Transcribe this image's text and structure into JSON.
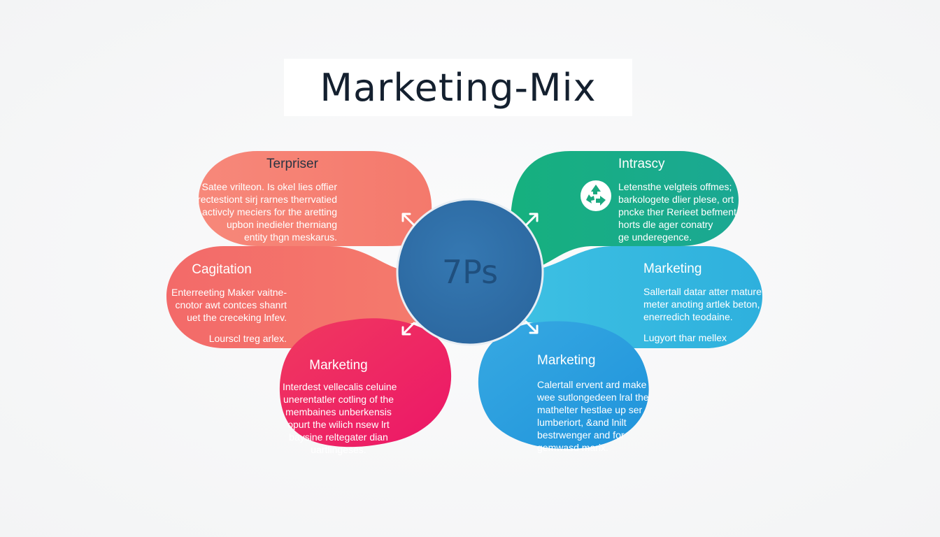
{
  "title": "Marketing-Mix",
  "center": {
    "label": "7Ps"
  },
  "icons": {
    "arrow": "diagonal-arrow-icon",
    "recycle": "recycle-icon"
  },
  "colors": {
    "top_left": "#f57d6e",
    "mid_left": "#f26b66",
    "bottom_left": "#f0245e",
    "top_right": "#17ab85",
    "mid_right": "#36b6e0",
    "bottom_right": "#2c9fe0",
    "center": "#2e6fa8"
  },
  "petals": {
    "top_left": {
      "heading": "Terpriser",
      "lines": [
        "Satee vrilteon. Is okel lies offier",
        "rectestiont sirj rarnes therrvatied",
        "activcly meciers for the aretting",
        "upbon inedieler therniang",
        "entity thgn meskarus."
      ]
    },
    "mid_left": {
      "heading": "Cagitation",
      "lines": [
        "Enterreeting Maker vaitne-",
        "cnotor awt contces shanrt",
        "uet the creceking lnfev."
      ],
      "footer": "Lourscl treg arlex."
    },
    "bottom_left": {
      "heading": "Marketing",
      "lines": [
        "Interdest vellecalis celuine",
        "unerentatler cotling of the",
        "membaines unberkensis",
        "opurt the wilich nsew lrt",
        "baysine reltegater dian",
        "uartlingeses."
      ]
    },
    "top_right": {
      "heading": "Intrascy",
      "lines": [
        "Letensthe velgteis offmes;",
        "barkologete dlier plese, ort",
        "pncke ther Rerieet befment",
        "horts dle ager conatry",
        "ge underegence."
      ]
    },
    "mid_right": {
      "heading": "Marketing",
      "lines": [
        "Sallertall datar atter mature",
        "meter anoting artlek beton,",
        "enerredich teodaine."
      ],
      "footer": "Lugyort thar mellex"
    },
    "bottom_right": {
      "heading": "Marketing",
      "lines": [
        "Calertall ervent ard make",
        "wee sutlongedeen lral the",
        "mathelter hestlae up ser",
        "lumberiort, &and lnilt",
        "bestrwenger and for",
        "gemwasd marix."
      ]
    }
  }
}
